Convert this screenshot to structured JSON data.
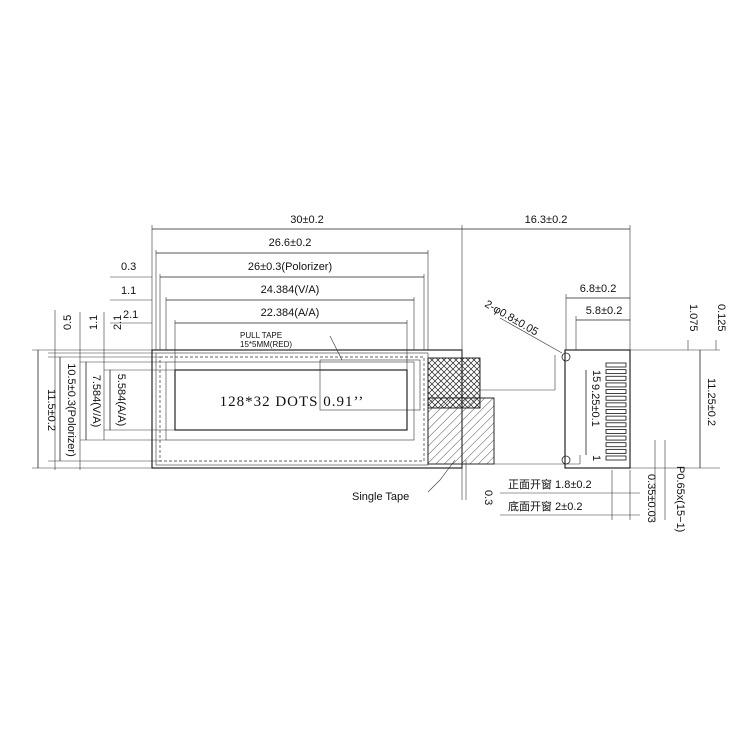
{
  "dimensions": {
    "outer_width": "30±0.2",
    "panel_width": "26.6±0.2",
    "polarizer_width": "26±0.3(Polorizer)",
    "va_width": "24.384(V/A)",
    "aa_width": "22.384(A/A)",
    "fpc_length": "16.3±0.2",
    "fpc_6_8": "6.8±0.2",
    "fpc_5_8": "5.8±0.2",
    "holes": "2-φ0.8±0.05",
    "left_0_3": "0.3",
    "left_1_1": "1.1",
    "left_2_1": "2.1",
    "v_0_5": "0.5",
    "v_1_1": "1.1",
    "v_2_1": "2.1",
    "polarizer_height": "10.5±0.3(Polorizer)",
    "outer_height": "11.5±0.2",
    "va_height": "7.584(V/A)",
    "aa_height": "5.584(A/A)",
    "pin_span": "9.25±0.1",
    "fpc_height": "11.25±0.2",
    "r_1_075": "1.075",
    "r_0_125": "0.125",
    "tape_gap": "0.3",
    "front_window": "正面开窗 1.8±0.2",
    "back_window": "底面开窗  2±0.2",
    "thickness": "0.35±0.03",
    "pitch": "P0.65x(15−1)"
  },
  "labels": {
    "pull_tape_1": "PULL TAPE",
    "pull_tape_2": "15*5MM(RED)",
    "display": "128*32 DOTS 0.91’’",
    "single_tape": "Single Tape",
    "pin_15": "15",
    "pin_1": "1"
  }
}
